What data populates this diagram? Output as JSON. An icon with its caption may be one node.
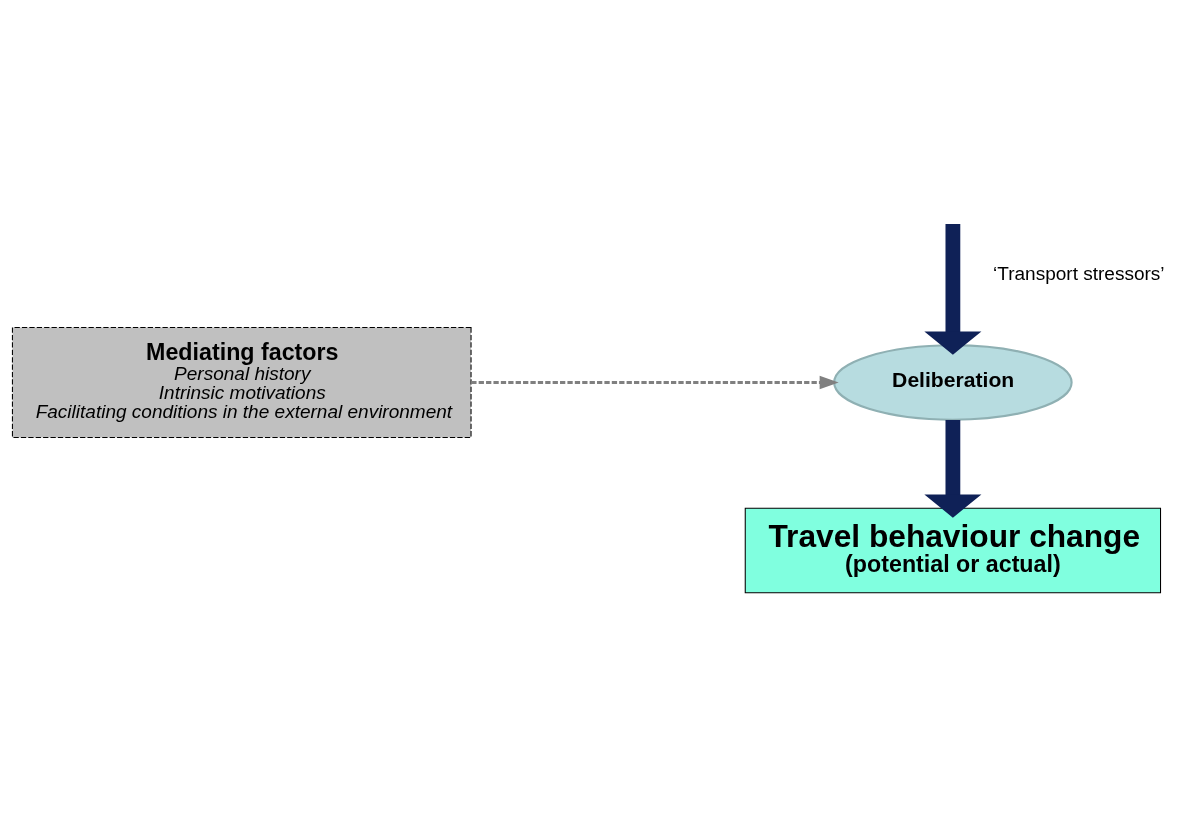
{
  "diagram": {
    "nodes": [
      {
        "text": [
          "Mediating factors",
          "Personal history",
          "Intrinsic motivations",
          "Facilitating conditions in the external environment"
        ]
      },
      {
        "text": [
          "Deliberation"
        ]
      },
      {
        "text": [
          "Travel behaviour change",
          "(potential or actual)"
        ]
      }
    ],
    "edges": [
      {
        "from": 0,
        "to": 1,
        "arrow": "to",
        "style": "dashed",
        "color": "#808080"
      },
      {
        "from": null,
        "to": 1,
        "arrow": "to",
        "label": "‘Transport stressors’"
      },
      {
        "from": 1,
        "to": 2,
        "arrow": "to"
      }
    ]
  }
}
